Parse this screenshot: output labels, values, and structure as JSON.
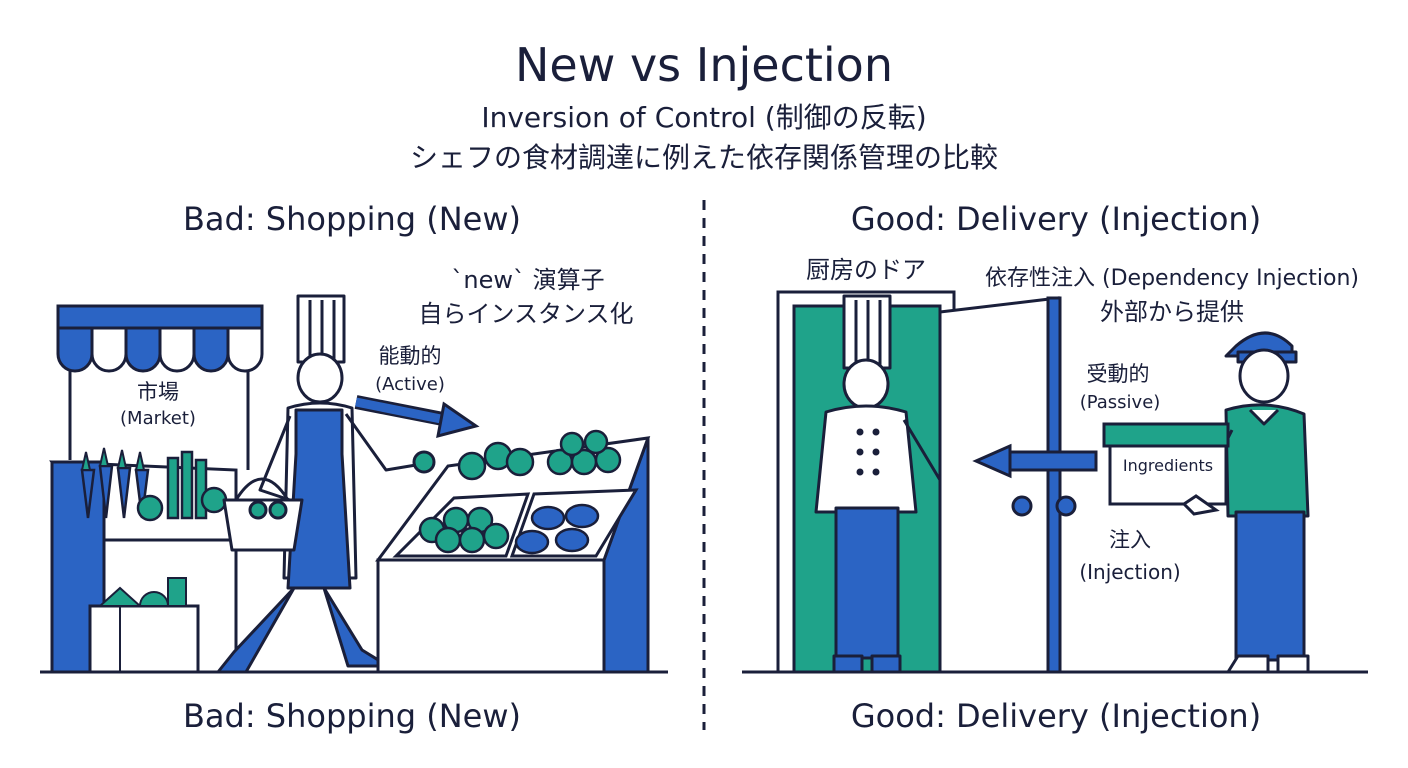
{
  "header": {
    "title": "New vs Injection",
    "subtitle_line1": "Inversion of Control (制御の反転)",
    "subtitle_line2": "シェフの食材調達に例えた依存関係管理の比較"
  },
  "left_panel": {
    "title": "Bad: Shopping (New)",
    "footer": "Bad: Shopping (New)",
    "operator_label_line1": "`new` 演算子",
    "operator_label_line2": "自らインスタンス化",
    "active_label_jp": "能動的",
    "active_label_en": "(Active)",
    "market_label_jp": "市場",
    "market_label_en": "(Market)"
  },
  "right_panel": {
    "title": "Good: Delivery (Injection)",
    "footer": "Good: Delivery (Injection)",
    "door_label": "厨房のドア",
    "di_label_line1": "依存性注入 (Dependency Injection)",
    "di_label_line2": "外部から提供",
    "passive_label_jp": "受動的",
    "passive_label_en": "(Passive)",
    "box_label": "Ingredients",
    "injection_label_jp": "注入",
    "injection_label_en": "(Injection)"
  },
  "colors": {
    "navy": "#1a1f3a",
    "blue": "#2b64c4",
    "teal": "#1fa38a",
    "white": "#ffffff"
  }
}
